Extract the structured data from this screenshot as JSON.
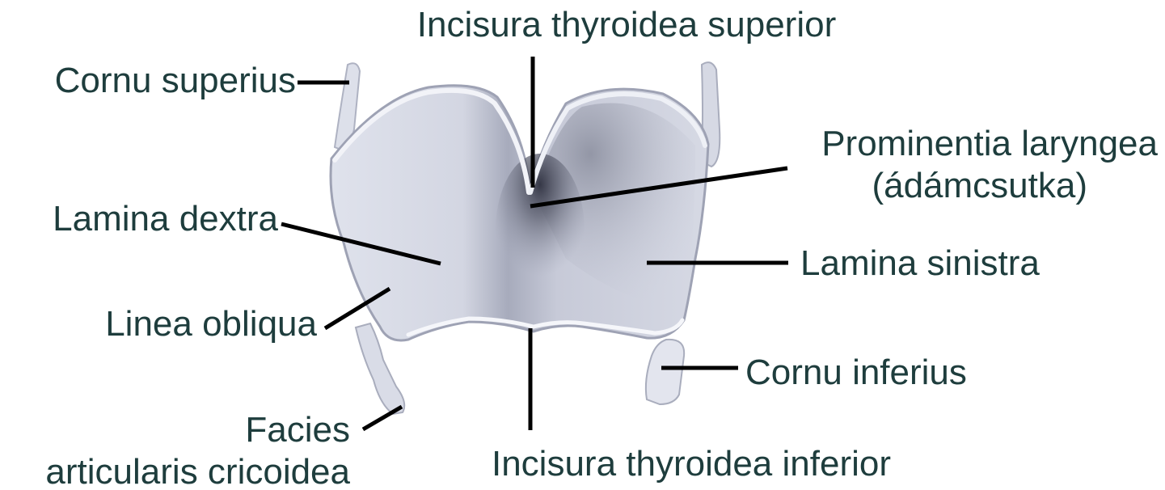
{
  "diagram": {
    "subject": "thyroid cartilage, anterior view",
    "colors": {
      "label_text": "#1e3d3d",
      "leader_line": "#000000",
      "cartilage_light": "#e8eaf2",
      "cartilage_mid": "#b8bccb",
      "cartilage_dark": "#2f3140",
      "background": "#ffffff"
    },
    "labels": {
      "incisura_superior": "Incisura thyroidea superior",
      "cornu_superius": "Cornu superius",
      "prominentia_line1": "Prominentia laryngea",
      "prominentia_line2": "(ádámcsutka)",
      "lamina_dextra": "Lamina dextra",
      "lamina_sinistra": "Lamina sinistra",
      "linea_obliqua": "Linea obliqua",
      "cornu_inferius": "Cornu inferius",
      "facies_line1": "Facies",
      "facies_line2": "articularis cricoidea",
      "incisura_inferior": "Incisura thyroidea inferior"
    }
  }
}
